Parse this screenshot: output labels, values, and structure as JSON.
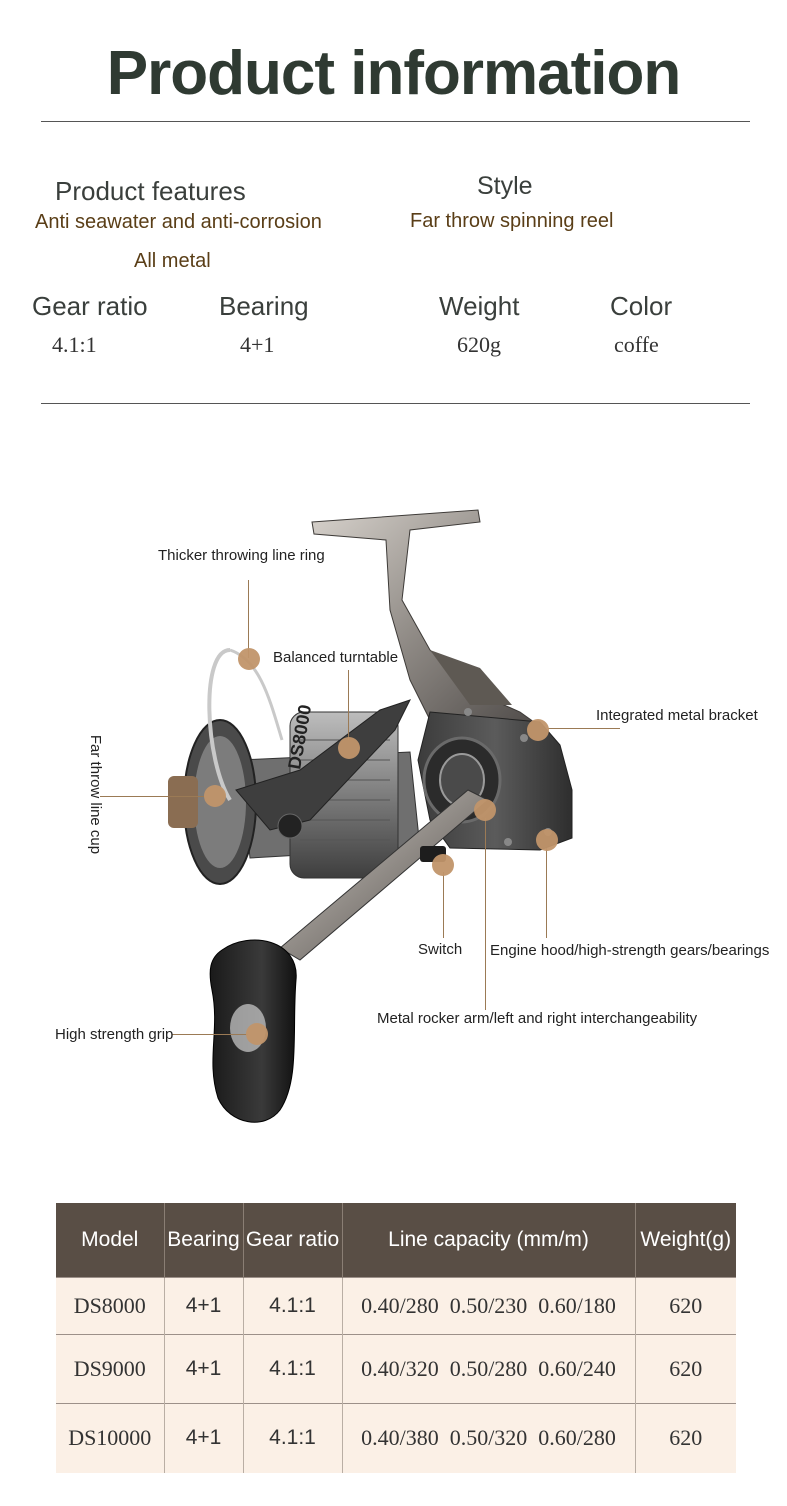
{
  "header": {
    "title": "Product information"
  },
  "features": {
    "label": "Product features",
    "line1": "Anti seawater and anti-corrosion",
    "line2": "All metal"
  },
  "style": {
    "label": "Style",
    "value": "Far throw spinning reel"
  },
  "specs": [
    {
      "label": "Gear ratio",
      "value": "4.1:1"
    },
    {
      "label": "Bearing",
      "value": "4+1"
    },
    {
      "label": "Weight",
      "value": "620g"
    },
    {
      "label": "Color",
      "value": "coffe"
    }
  ],
  "product_image": {
    "spool_text": "DS8000",
    "callouts": {
      "line_ring": "Thicker throwing line ring",
      "turntable": "Balanced turntable",
      "bracket": "Integrated metal bracket",
      "line_cup": "Far throw line cup",
      "switch": "Switch",
      "engine": "Engine hood/high-strength gears/bearings",
      "rocker": "Metal rocker arm/left and right interchangeability",
      "grip": "High strength grip"
    }
  },
  "table": {
    "headers": [
      "Model",
      "Bearing",
      "Gear ratio",
      "Line capacity (mm/m)",
      "Weight(g)"
    ],
    "rows": [
      [
        "DS8000",
        "4+1",
        "4.1:1",
        "0.40/280  0.50/230  0.60/180",
        "620"
      ],
      [
        "DS9000",
        "4+1",
        "4.1:1",
        "0.40/320  0.50/280  0.60/240",
        "620"
      ],
      [
        "DS10000",
        "4+1",
        "4.1:1",
        "0.40/380  0.50/320  0.60/280",
        "620"
      ]
    ]
  },
  "colors": {
    "accent": "#c1956a",
    "table_header": "#594e45",
    "table_row": "#fbf0e6",
    "title": "#2f3a32",
    "value_text": "#5a3e17"
  }
}
